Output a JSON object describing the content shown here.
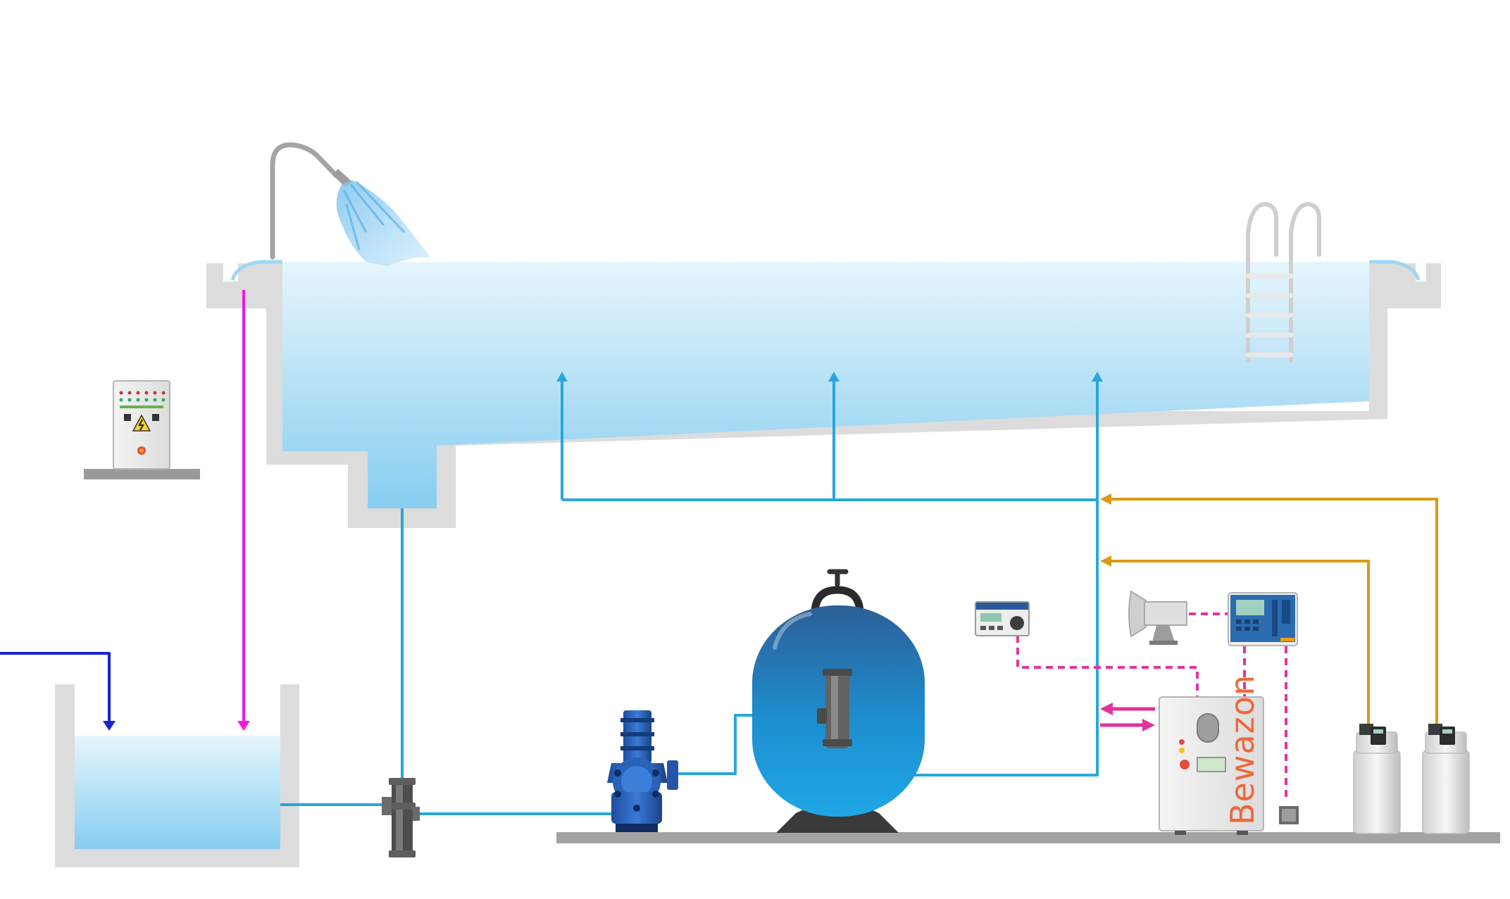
{
  "generator": {
    "brand": "Bewazon"
  },
  "colors": {
    "water_pipe": "#29a6dc",
    "fresh_water_pipe": "#1722d6",
    "overflow_pipe": "#ef1ae0",
    "dosing_pipe": "#d99a14",
    "ozone_pipe": "#e0359c",
    "signal_cable": "#e0359c",
    "concrete": "#dcdcdc",
    "water_top": "#e6f5fc",
    "water_bottom": "#86cdf0",
    "filter_top": "#2d5f97",
    "filter_bottom": "#1fa6e6",
    "generator_brand": "#f0673a"
  },
  "icons": [
    "pool-basin",
    "shower-icon",
    "ladder-icon",
    "control-cabinet-icon",
    "balance-tank",
    "circulation-pump-icon",
    "sand-filter-icon",
    "injector-valve-icon",
    "controller-icon",
    "horn-icon",
    "monitor-icon",
    "ozone-generator-icon",
    "sensor-box-icon",
    "dosing-tank-icon"
  ]
}
